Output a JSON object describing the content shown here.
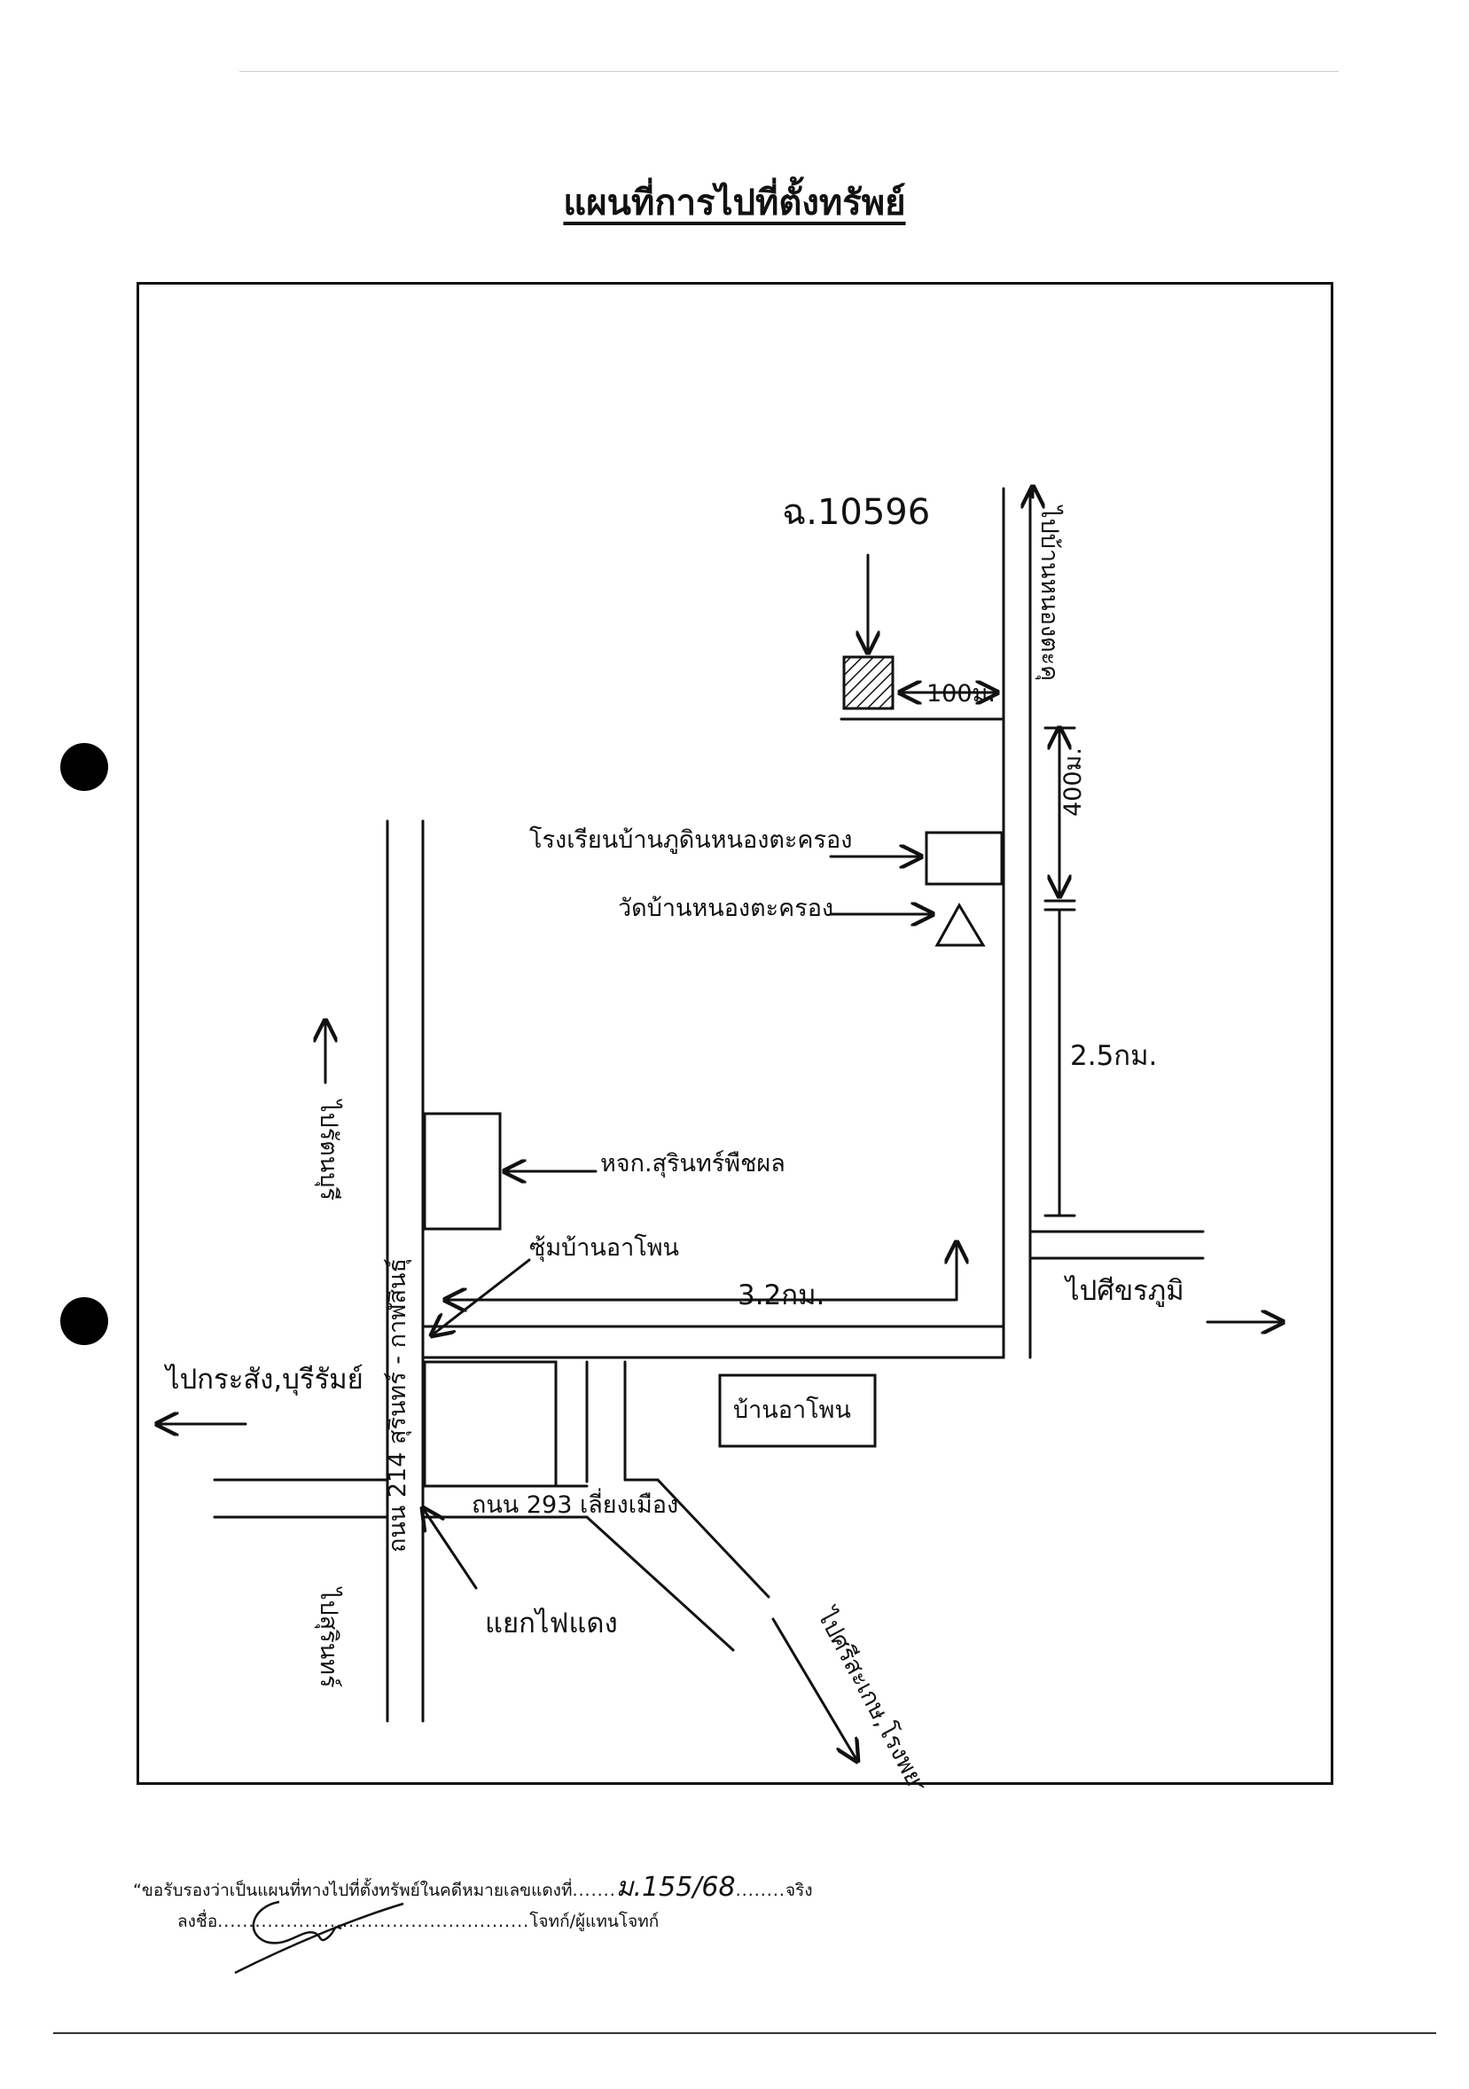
{
  "title": "แผนที่การไปที่ตั้งทรัพย์",
  "map": {
    "parcel_id": "ฉ.10596",
    "labels": {
      "to_north": "ไปบ้านหนองตะคุ",
      "dist_100": "100ม.",
      "dist_400": "400ม.",
      "dist_2_5": "2.5กม.",
      "dist_3_2": "3.2กม.",
      "school": "โรงเรียนบ้านภูดินหนองตะครอง",
      "temple": "วัดบ้านหนองตะครอง",
      "shop": "หจก.สุรินทร์พืชผล",
      "junction_arpon": "ซุ้มบ้านอาโพน",
      "village_arpon": "บ้านอาโพน",
      "to_sikhoraphum": "ไปศีขรภูมิ",
      "to_krasang": "ไปกระสัง,บุรีรัมย์",
      "road_214": "ถนน 214 สุรินทร์ - กาฬสินธุ์",
      "to_top_left": "ไปรัตนบุรี",
      "to_bottom_left": "ไปสุรินทร์",
      "road_293": "ถนน 293 เลี่ยงเมือง",
      "traffic_light": "แยกไฟแดง",
      "to_sisaket": "ไปศรีสะเกษ,โรงพยาบาล"
    }
  },
  "footer": {
    "certify_prefix": "“ขอรับรองว่าเป็นแผนที่ทางไปที่ตั้งทรัพย์ในคดีหมายเลขแดงที่",
    "case_number": "ม.155/68",
    "certify_suffix": "จริง",
    "sign_label": "ลงชื่อ",
    "signer_role": "โจทก์/ผู้แทนโจทก์"
  }
}
